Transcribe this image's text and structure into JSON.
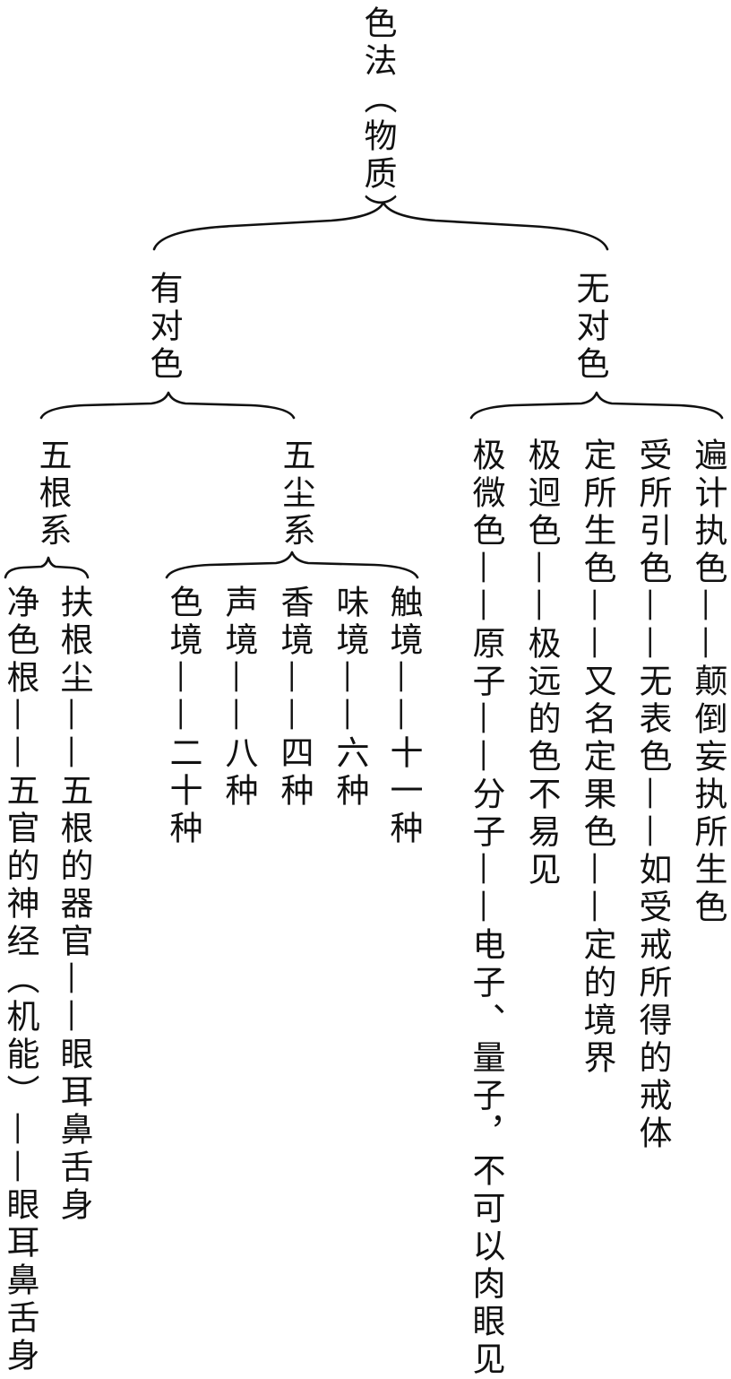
{
  "root": {
    "label": "色法（物质）"
  },
  "level1": {
    "left": {
      "label": "有对色"
    },
    "right": {
      "label": "无对色"
    }
  },
  "level2": {
    "wugen": {
      "label": "五根系"
    },
    "wuchen": {
      "label": "五尘系"
    }
  },
  "wugen_items": [
    {
      "text": "扶根尘——五根的器官——眼耳鼻舌身"
    },
    {
      "text": "净色根——五官的神经（机能）——眼耳鼻舌身"
    }
  ],
  "wuchen_items": [
    {
      "text": "触境——十一种"
    },
    {
      "text": "味境——六种"
    },
    {
      "text": "香境——四种"
    },
    {
      "text": "声境——八种"
    },
    {
      "text": "色境——二十种"
    }
  ],
  "wudui_items": [
    {
      "text": "遍计执色——颠倒妄执所生色"
    },
    {
      "text": "受所引色——无表色——如受戒所得的戒体"
    },
    {
      "text": "定所生色——又名定果色——定的境界"
    },
    {
      "text": "极迥色——极远的色不易见"
    },
    {
      "text": "极微色——原子——分子——电子、量子，不可以肉眼见"
    }
  ]
}
